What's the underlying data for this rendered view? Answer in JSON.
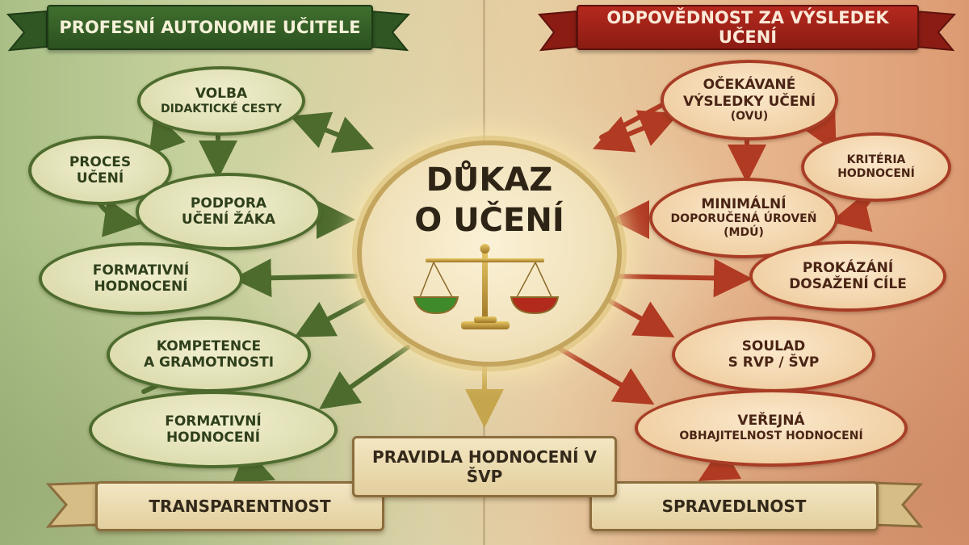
{
  "left_banner": "PROFESNÍ AUTONOMIE UČITELE",
  "right_banner": "ODPOVĚDNOST ZA VÝSLEDEK UČENÍ",
  "center": {
    "line1": "DŮKAZ",
    "line2": "O UČENÍ"
  },
  "left_nodes": {
    "volba": {
      "line1": "VOLBA",
      "line2": "DIDAKTICKÉ CESTY"
    },
    "proces": {
      "line1": "PROCES",
      "line2": "UČENÍ"
    },
    "podpora": {
      "line1": "PODPORA",
      "line2": "UČENÍ ŽÁKA"
    },
    "formativni1": {
      "line1": "FORMATIVNÍ",
      "line2": "HODNOCENÍ"
    },
    "kompetence": {
      "line1": "KOMPETENCE",
      "line2": "A GRAMOTNOSTI"
    },
    "formativni2": {
      "line1": "FORMATIVNÍ",
      "line2": "HODNOCENÍ"
    }
  },
  "right_nodes": {
    "ovu": {
      "line1": "OČEKÁVANÉ",
      "line2": "VÝSLEDKY UČENÍ",
      "line3": "(OVU)"
    },
    "kriteria": {
      "line1": "KRITÉRIA",
      "line2": "HODNOCENÍ"
    },
    "mdu": {
      "line1": "MINIMÁLNÍ",
      "line2": "DOPORUČENÁ ÚROVEŇ",
      "line3": "(MDÚ)"
    },
    "prokazani": {
      "line1": "PROKÁZÁNÍ",
      "line2": "DOSAŽENÍ CÍLE"
    },
    "soulad": {
      "line1": "SOULAD",
      "line2": "S RVP / ŠVP"
    },
    "verejna": {
      "line1": "VEŘEJNÁ",
      "line2": "OBHAJITELNOST HODNOCENÍ"
    }
  },
  "bottom": {
    "center": "PRAVIDLA HODNOCENÍ V ŠVP",
    "left": "TRANSPARENTNOST",
    "right": "SPRAVEDLNOST"
  },
  "colors": {
    "green": "#4e6b2e",
    "red": "#a83d25",
    "gold": "#c4a55e"
  },
  "icons": [
    "balance-scale-icon"
  ]
}
